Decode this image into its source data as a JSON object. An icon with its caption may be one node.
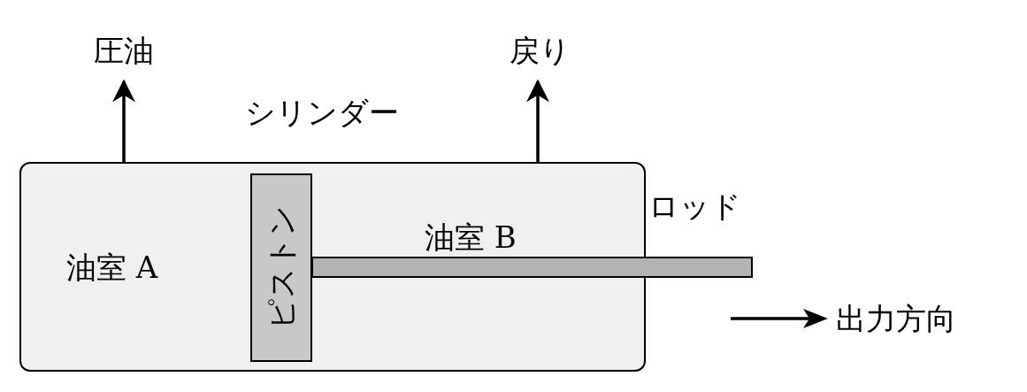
{
  "diagram": {
    "nodes": [
      {
        "text": [
          "シリンダー"
        ]
      },
      {
        "text": [
          "ピストン"
        ],
        "in": 0
      },
      {
        "text": [],
        "shape": "bar",
        "beside": [
          "ロッド"
        ]
      },
      {
        "text": [
          "圧油"
        ]
      },
      {
        "text": [
          "戻り"
        ]
      }
    ],
    "edges": [
      {
        "from": 0,
        "to": 3,
        "arrow": "to"
      },
      {
        "from": 0,
        "to": 4,
        "arrow": "to"
      }
    ],
    "labels": [
      "油室 A",
      "油室 B",
      "出力方向"
    ]
  }
}
